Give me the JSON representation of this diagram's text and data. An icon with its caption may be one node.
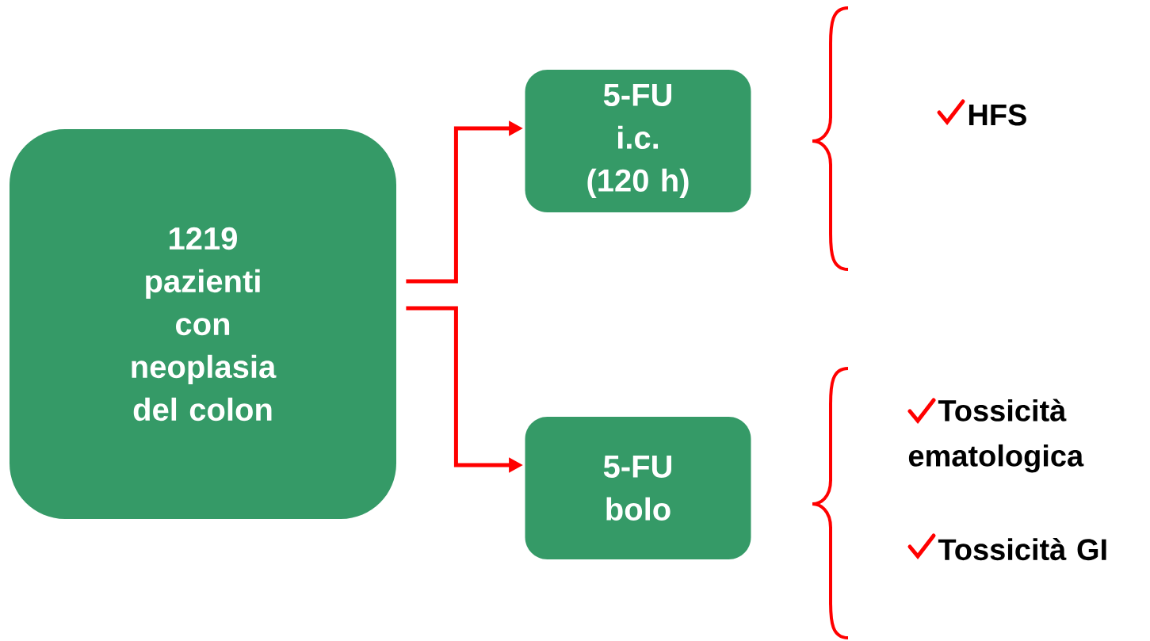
{
  "diagram": {
    "nodes": [
      {
        "text": [
          "1219 pazienti con neoplasia del colon"
        ]
      },
      {
        "text": [
          "5-FU i.c. (120 h)"
        ]
      },
      {
        "text": [
          "5-FU bolo"
        ]
      }
    ],
    "edges": [
      {
        "from": 0,
        "to": 1,
        "arrow": "to",
        "color": "#ff0000"
      },
      {
        "from": 0,
        "to": 2,
        "arrow": "to",
        "color": "#ff0000"
      }
    ],
    "labels": [
      "HFS",
      "Tossicità ematologica",
      "Tossicità GI"
    ]
  }
}
